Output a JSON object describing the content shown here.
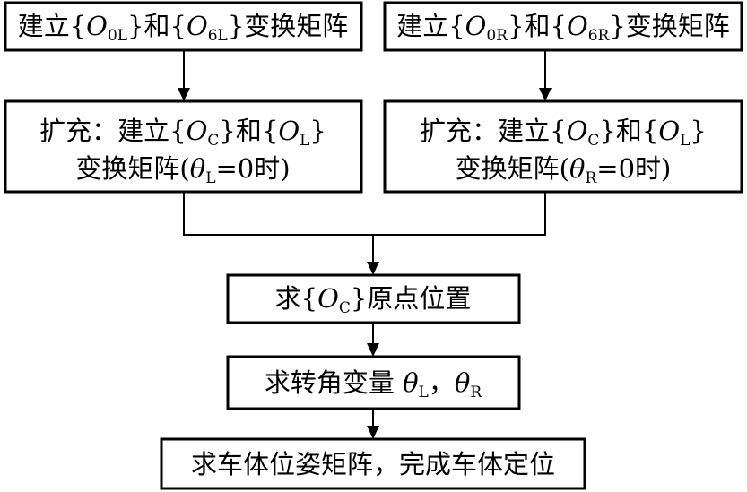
{
  "boxes": {
    "top_left": {
      "p1": "建立{",
      "o": "O",
      "s1": "0L",
      "p2": "}和{",
      "s2": "6L",
      "p3": "}变换矩阵"
    },
    "top_right": {
      "p1": "建立{",
      "o": "O",
      "s1": "0R",
      "p2": "}和{",
      "s2": "6R",
      "p3": "}变换矩阵"
    },
    "mid_left": {
      "l1a": "扩充：建立{",
      "o": "O",
      "s1": "C",
      "l1b": "}和{",
      "s2": "L",
      "l1c": "}",
      "l2a": "变换矩阵(",
      "theta": "θ",
      "s3": "L",
      "l2b": "=0时)"
    },
    "mid_right": {
      "l1a": "扩充：建立{",
      "o": "O",
      "s1": "C",
      "l1b": "}和{",
      "s2": "L",
      "l1c": "}",
      "l2a": "变换矩阵(",
      "theta": "θ",
      "s3": "R",
      "l2b": "=0时)"
    },
    "origin": {
      "p1": "求{",
      "o": "O",
      "s1": "C",
      "p2": "}原点位置"
    },
    "angle": {
      "p1": "求转角变量 ",
      "theta": "θ",
      "s1": "L",
      "sep": "，",
      "s2": "R"
    },
    "final": {
      "text": "求车体位姿矩阵，完成车体定位"
    }
  }
}
